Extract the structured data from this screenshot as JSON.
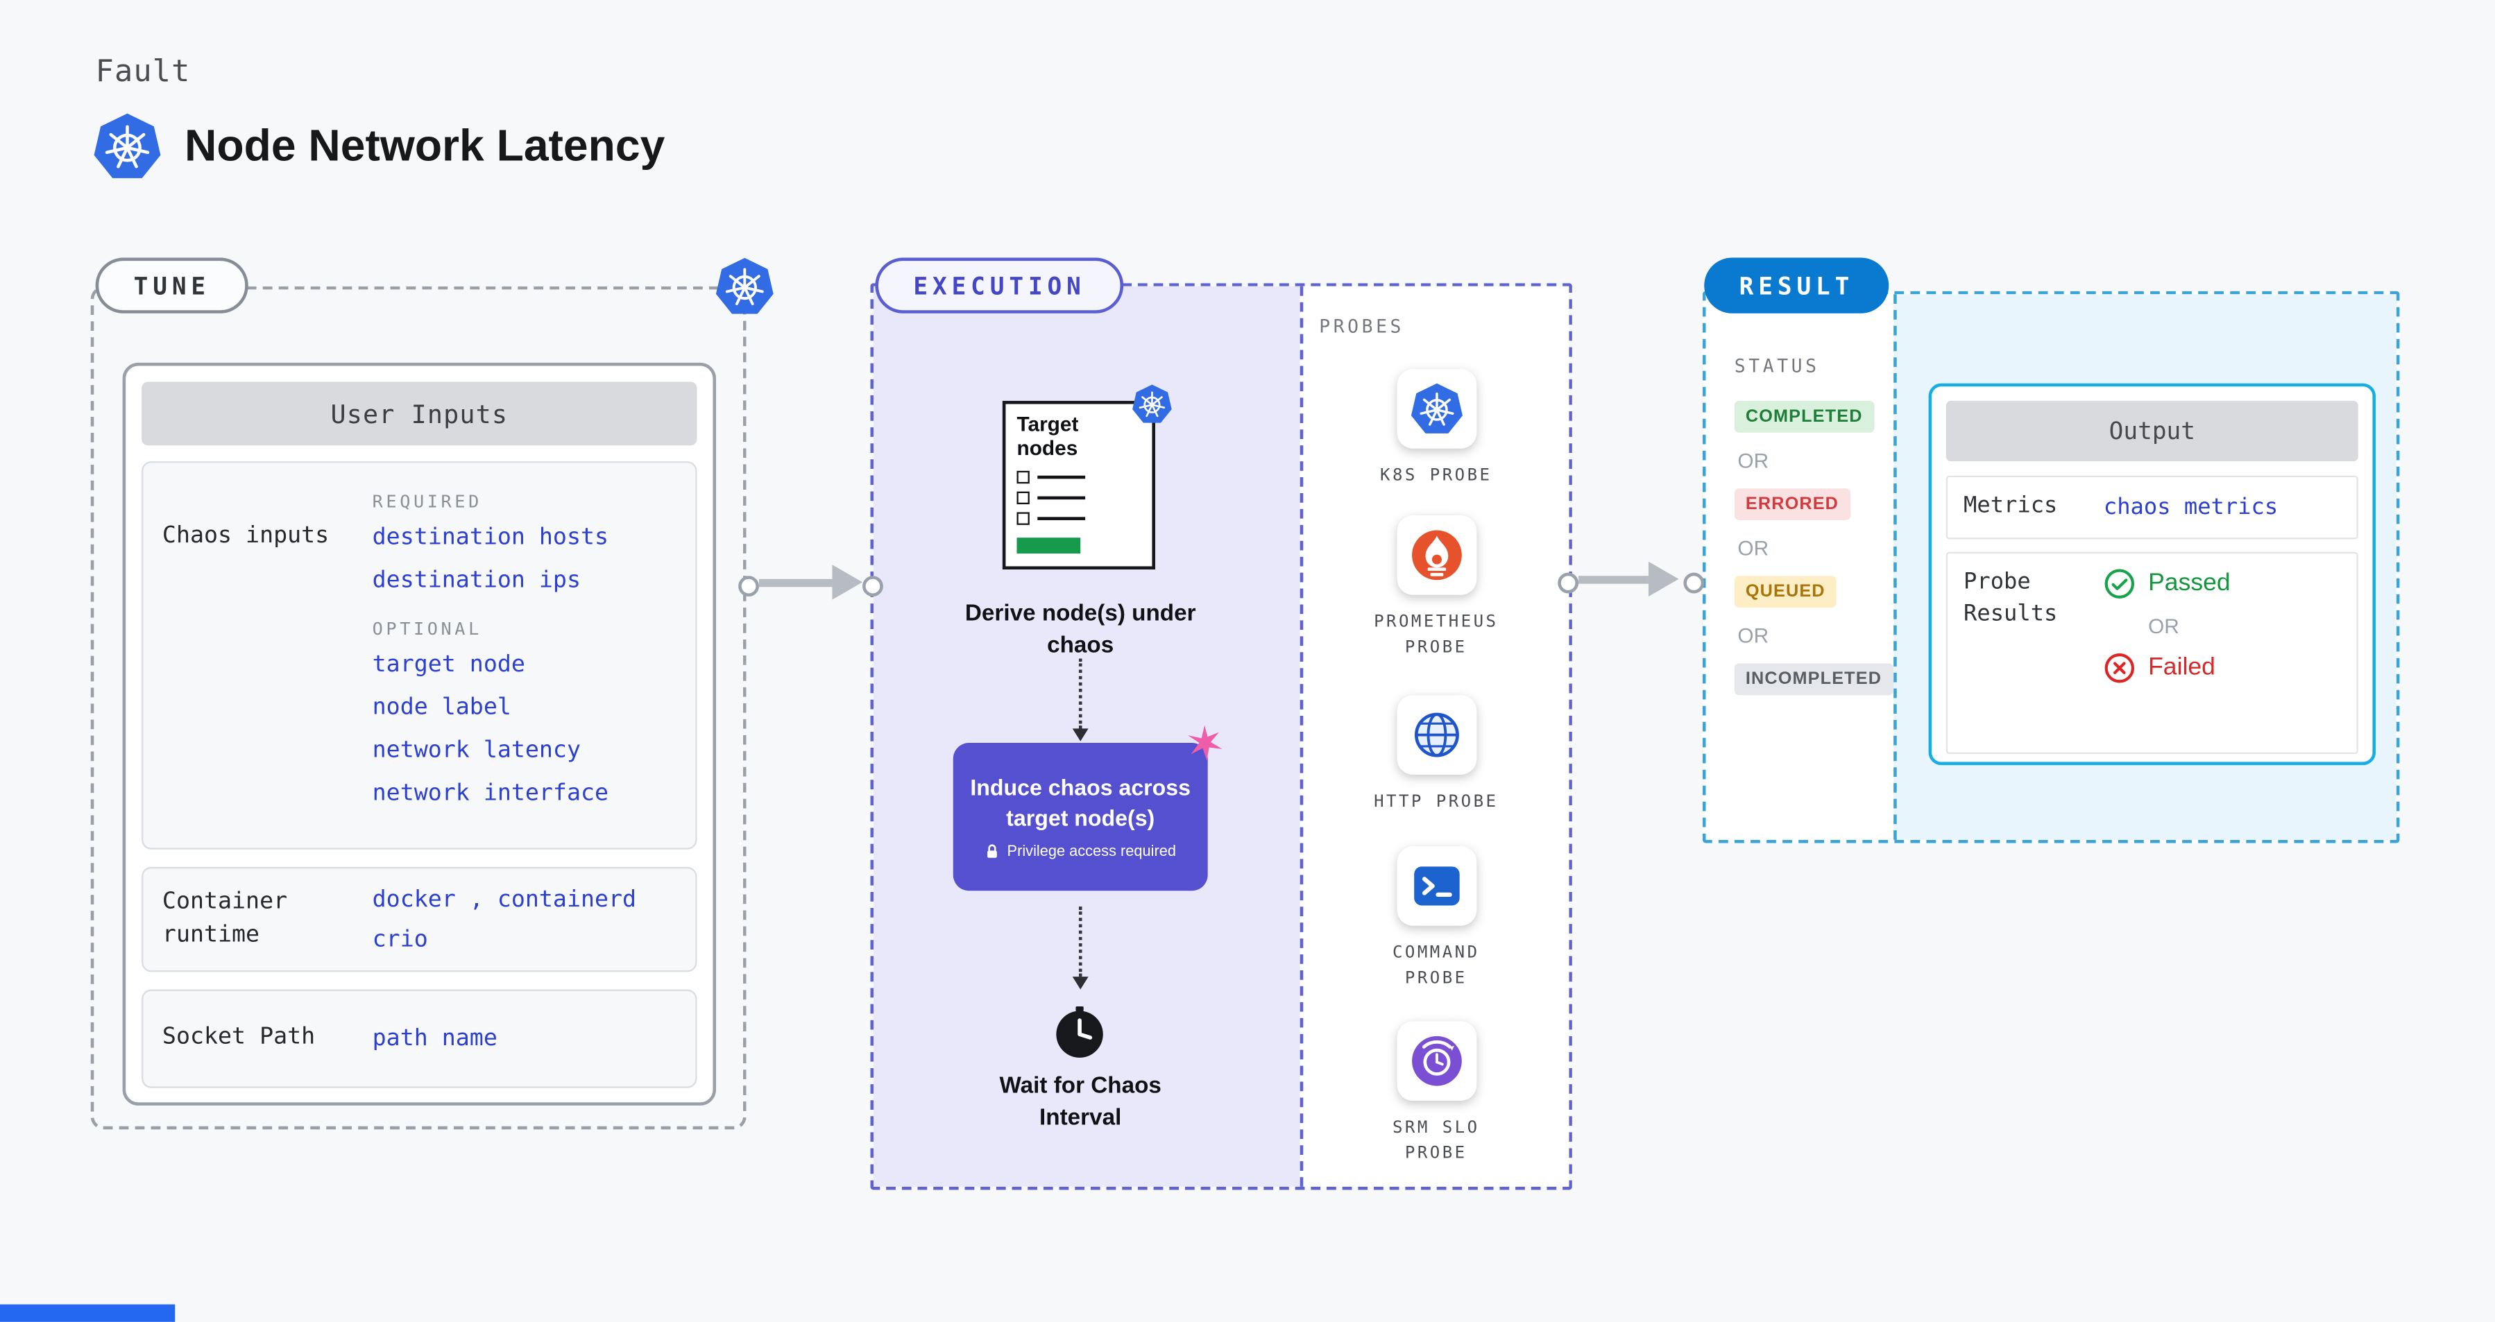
{
  "page": {
    "kicker": "Fault",
    "title": "Node Network Latency"
  },
  "tune": {
    "pill": "TUNE",
    "user_inputs": {
      "header": "User Inputs",
      "chaos_inputs_label": "Chaos inputs",
      "required_label": "REQUIRED",
      "required": [
        "destination hosts",
        "destination ips"
      ],
      "optional_label": "OPTIONAL",
      "optional": [
        "target node",
        "node label",
        "network latency",
        "network interface"
      ],
      "container_runtime_label": "Container runtime",
      "container_runtime_values": [
        "docker , containerd",
        "crio"
      ],
      "socket_path_label": "Socket Path",
      "socket_path_value": "path name"
    }
  },
  "execution": {
    "pill": "EXECUTION",
    "target_nodes_title": "Target nodes",
    "derive_label": "Derive node(s) under chaos",
    "induce_label": "Induce chaos across target node(s)",
    "privilege_label": "Privilege access required",
    "wait_label": "Wait for Chaos Interval",
    "probes": {
      "header": "PROBES",
      "items": [
        {
          "label": "K8S PROBE",
          "icon": "kubernetes-icon"
        },
        {
          "label": "PROMETHEUS PROBE",
          "icon": "prometheus-icon"
        },
        {
          "label": "HTTP PROBE",
          "icon": "globe-icon"
        },
        {
          "label": "COMMAND PROBE",
          "icon": "terminal-icon"
        },
        {
          "label": "SRM SLO PROBE",
          "icon": "gauge-icon"
        }
      ]
    }
  },
  "result": {
    "pill": "RESULT",
    "status": {
      "header": "STATUS",
      "or_label": "OR",
      "badges": [
        {
          "label": "COMPLETED",
          "bg": "#d9f0dd",
          "color": "#1e7d36"
        },
        {
          "label": "ERRORED",
          "bg": "#fbe2e2",
          "color": "#d23b3e"
        },
        {
          "label": "QUEUED",
          "bg": "#fdeec5",
          "color": "#a97508"
        },
        {
          "label": "INCOMPLETED",
          "bg": "#e5e7ea",
          "color": "#595d64"
        }
      ]
    },
    "output": {
      "header": "Output",
      "metrics_label": "Metrics",
      "metrics_value": "chaos metrics",
      "probe_results_label": "Probe Results",
      "passed_label": "Passed",
      "or_label": "OR",
      "failed_label": "Failed"
    }
  },
  "icons": {
    "kubernetes": "heptagon-with-helm-wheel",
    "prometheus": "flame-torch",
    "http": "globe",
    "command": "terminal-prompt",
    "srm_slo": "gauge-clock",
    "wait": "clock",
    "privilege": "lock",
    "passed": "check-circle",
    "failed": "x-circle",
    "chaos_marker": "pink-splat"
  },
  "colors": {
    "background": "#f7f8fa",
    "kubernetes_blue": "#326ce5",
    "execution_bg": "#e9e8fb",
    "execution_border": "#5f63cf",
    "induce_box": "#5450d0",
    "result_pill": "#0a79d0",
    "result_border": "#3ba4d4",
    "output_border": "#16aee3",
    "code_blue": "#2b3fd3",
    "passed_green": "#14963e",
    "failed_red": "#d42a2a"
  }
}
